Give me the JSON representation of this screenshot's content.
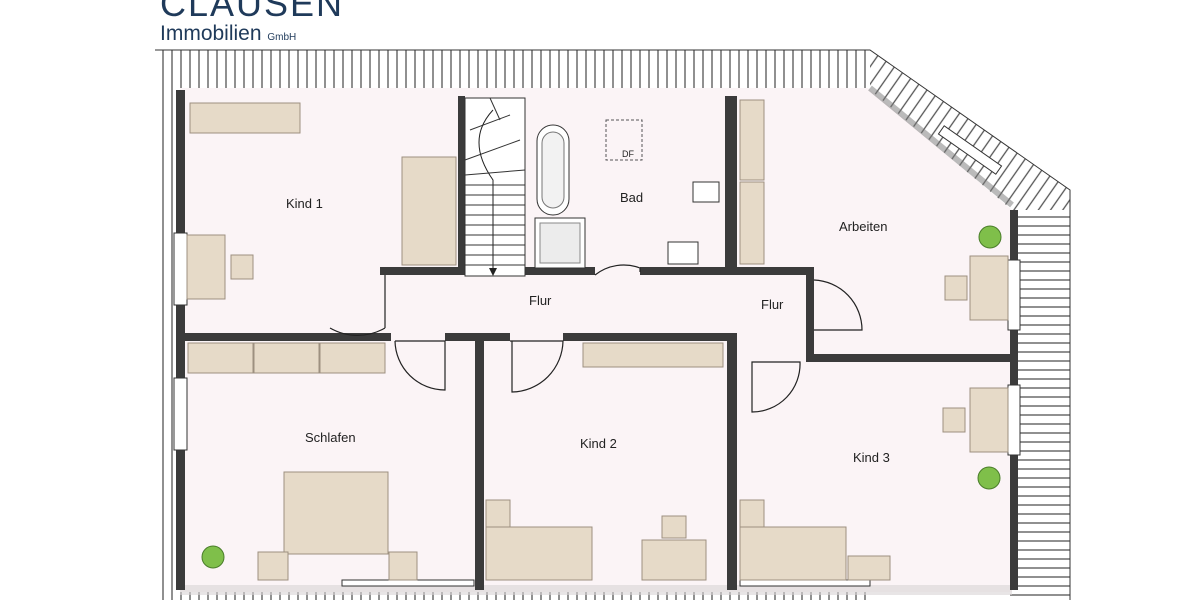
{
  "logo": {
    "name": "CLAUSEN",
    "sub": "Immobilien",
    "suffix": "GmbH"
  },
  "rooms": {
    "kind1": "Kind 1",
    "bad": "Bad",
    "arbeiten": "Arbeiten",
    "flur1": "Flur",
    "flur2": "Flur",
    "schlafen": "Schlafen",
    "kind2": "Kind 2",
    "kind3": "Kind 3"
  },
  "skylight": "DF",
  "colors": {
    "wall": "#3b3b3b",
    "floor": "#fbf4f6",
    "furniture": "#e6dac8",
    "logo": "#1f3a5a"
  }
}
